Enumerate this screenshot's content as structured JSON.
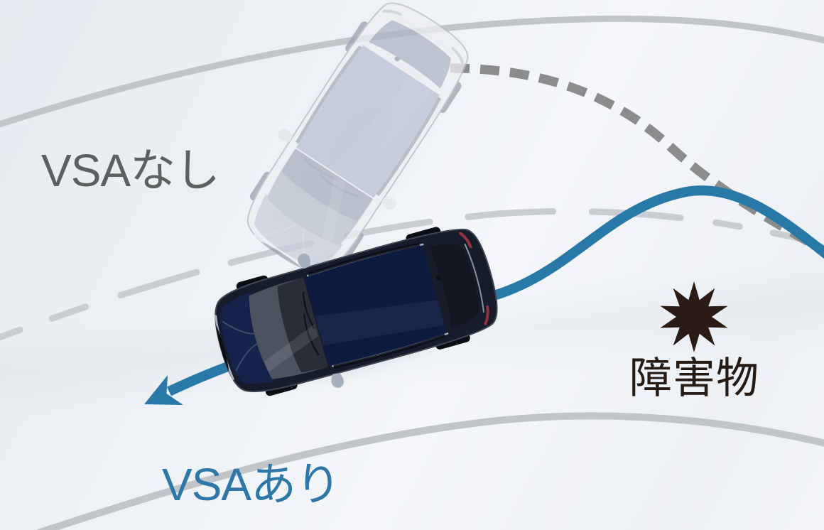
{
  "diagram": {
    "labels": {
      "without_vsa": "VSAなし",
      "with_vsa": "VSAあり",
      "obstacle": "障害物"
    },
    "icons": {
      "obstacle": "starburst-collision-icon",
      "without_vsa_car": "ghost-car-top-view",
      "with_vsa_car": "navy-car-top-view"
    },
    "colors": {
      "with_vsa_path": "#2878a8",
      "with_vsa_label": "#2d78a8",
      "without_vsa_trajectory": "#8b8c8d",
      "without_vsa_label": "#5e6060",
      "obstacle_label": "#251a14",
      "obstacle_star": "#2a1b14",
      "road_edge": "#c1c4c8",
      "lane_dash": "#c9cdd1",
      "background_top": "#e7ebf1",
      "background_bottom": "#f3f5f8",
      "car_body": "#121b36"
    }
  }
}
